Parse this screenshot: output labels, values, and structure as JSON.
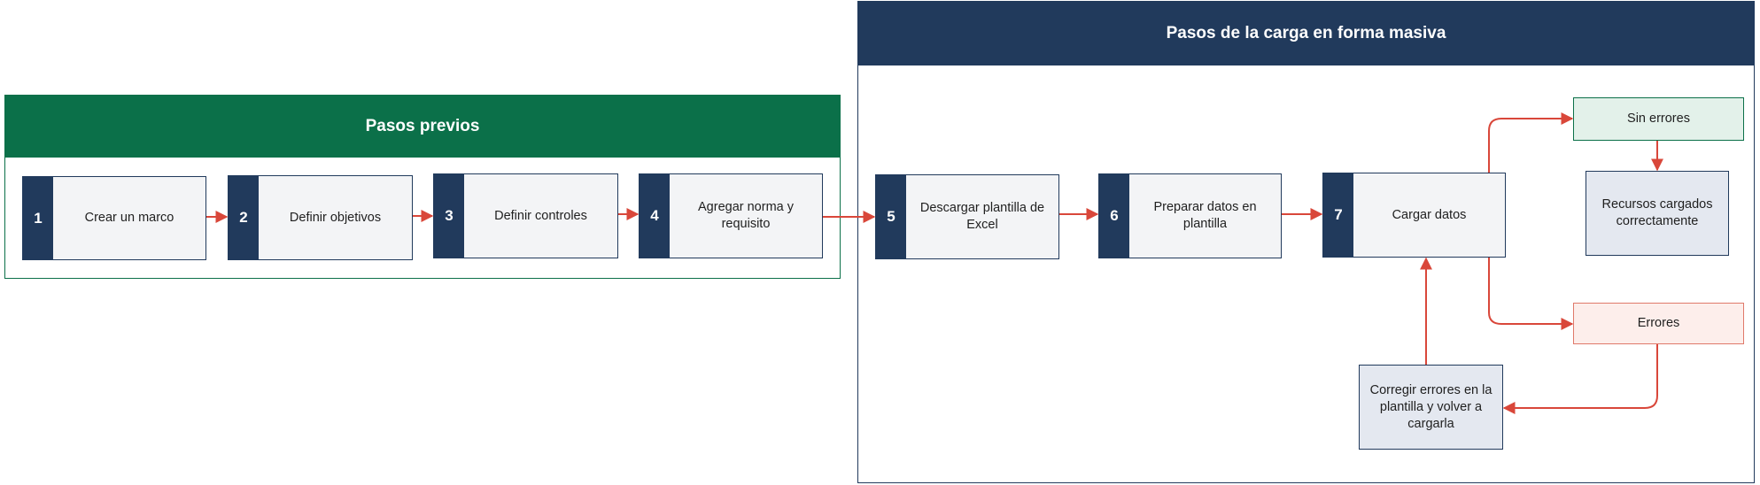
{
  "panels": {
    "previous": {
      "title": "Pasos previos"
    },
    "bulk": {
      "title": "Pasos de la carga en forma masiva"
    }
  },
  "steps": [
    {
      "number": "1",
      "label": "Crear un marco"
    },
    {
      "number": "2",
      "label": "Definir objetivos"
    },
    {
      "number": "3",
      "label": "Definir controles"
    },
    {
      "number": "4",
      "label": "Agregar norma y requisito"
    },
    {
      "number": "5",
      "label": "Descargar plantilla de Excel"
    },
    {
      "number": "6",
      "label": "Preparar datos en plantilla"
    },
    {
      "number": "7",
      "label": "Cargar datos"
    }
  ],
  "outcomes": {
    "no_errors": "Sin errores",
    "success": "Recursos cargados correctamente",
    "errors": "Errores",
    "fix": "Corregir errores en la plantilla y volver a cargarla"
  },
  "colors": {
    "green": "#0b7049",
    "navy": "#213a5c",
    "arrow": "#d9473a"
  }
}
